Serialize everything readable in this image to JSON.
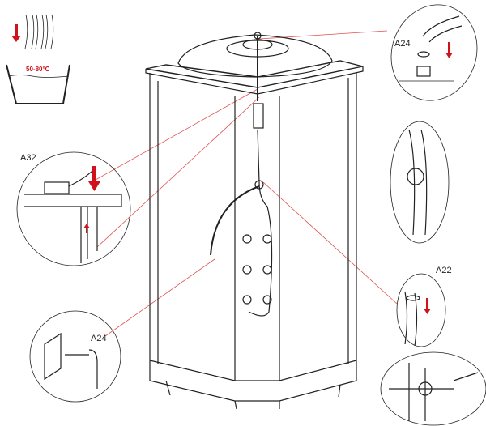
{
  "labels": {
    "temperature": "50-80°C",
    "a32": "A32",
    "a24_top": "A24",
    "a22": "A22",
    "a24_bottom": "A24"
  },
  "colors": {
    "line": "#222222",
    "accent": "#d0121b",
    "leader": "#e05050"
  }
}
